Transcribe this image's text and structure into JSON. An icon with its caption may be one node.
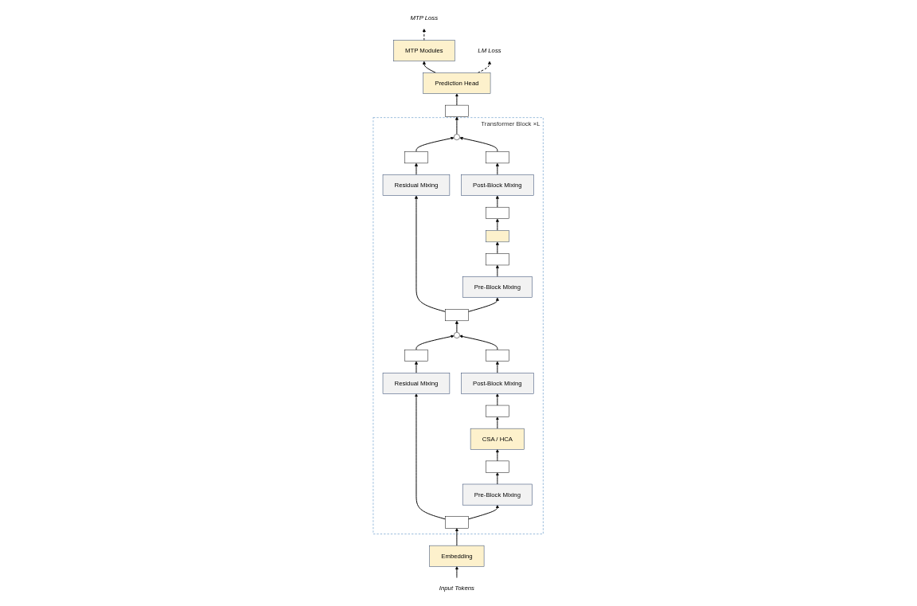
{
  "diagram": {
    "nodes": [
      {
        "text": [
          "MTP Modules"
        ]
      },
      {
        "text": [
          "MTP Loss"
        ]
      },
      {
        "text": [
          "Prediction Head"
        ]
      },
      {
        "text": [
          "LM Loss"
        ]
      },
      {
        "text": [],
        "shape": "box"
      },
      {
        "text": [
          "Transformer Block ×L"
        ]
      },
      {
        "text": [],
        "shape": "circle",
        "in": 5
      },
      {
        "text": [],
        "shape": "box",
        "in": 5
      },
      {
        "text": [
          "Post-Block Mixing"
        ],
        "in": 5
      },
      {
        "text": [],
        "shape": "box",
        "in": 5
      },
      {
        "text": [],
        "shape": "box",
        "in": 5
      },
      {
        "text": [],
        "shape": "box",
        "in": 5
      },
      {
        "text": [],
        "shape": "box",
        "in": 5
      },
      {
        "text": [
          "Residual Mixing"
        ],
        "in": 5
      },
      {
        "text": [],
        "shape": "box",
        "in": 5
      },
      {
        "text": [
          "Pre-Block Mixing"
        ],
        "in": 5
      },
      {
        "text": [],
        "shape": "circle",
        "in": 5
      },
      {
        "text": [],
        "shape": "box",
        "in": 5
      },
      {
        "text": [
          "Post-Block Mixing"
        ],
        "in": 5
      },
      {
        "text": [],
        "shape": "box",
        "in": 5
      },
      {
        "text": [
          "CSA / HCA"
        ],
        "in": 5
      },
      {
        "text": [],
        "shape": "box",
        "in": 5
      },
      {
        "text": [],
        "shape": "box",
        "in": 5
      },
      {
        "text": [
          "Residual Mixing"
        ],
        "in": 5
      },
      {
        "text": [],
        "shape": "box",
        "in": 5
      },
      {
        "text": [
          "Pre-Block Mixing"
        ],
        "in": 5
      },
      {
        "text": [
          "Embedding"
        ]
      },
      {
        "text": [
          "Input Tokens"
        ]
      }
    ],
    "edges": [
      {
        "from": 27,
        "to": 26,
        "arrow": "to"
      },
      {
        "from": 26,
        "to": 24,
        "arrow": "to"
      },
      {
        "from": 24,
        "to": 23,
        "arrow": "to"
      },
      {
        "from": 23,
        "to": 22,
        "arrow": "to"
      },
      {
        "from": 22,
        "to": 16,
        "arrow": "to"
      },
      {
        "from": 24,
        "to": 25,
        "arrow": "to"
      },
      {
        "from": 25,
        "to": 21,
        "arrow": "to"
      },
      {
        "from": 21,
        "to": 20,
        "arrow": "to"
      },
      {
        "from": 20,
        "to": 19,
        "arrow": "to"
      },
      {
        "from": 19,
        "to": 18,
        "arrow": "to"
      },
      {
        "from": 18,
        "to": 17,
        "arrow": "to"
      },
      {
        "from": 17,
        "to": 16,
        "arrow": "to"
      },
      {
        "from": 16,
        "to": 14,
        "arrow": "to"
      },
      {
        "from": 14,
        "to": 13,
        "arrow": "to"
      },
      {
        "from": 13,
        "to": 12,
        "arrow": "to"
      },
      {
        "from": 12,
        "to": 6,
        "arrow": "to"
      },
      {
        "from": 14,
        "to": 15,
        "arrow": "to"
      },
      {
        "from": 15,
        "to": 11,
        "arrow": "to"
      },
      {
        "from": 11,
        "to": 10,
        "arrow": "to"
      },
      {
        "from": 10,
        "to": 9,
        "arrow": "to"
      },
      {
        "from": 9,
        "to": 8,
        "arrow": "to"
      },
      {
        "from": 8,
        "to": 7,
        "arrow": "to"
      },
      {
        "from": 7,
        "to": 6,
        "arrow": "to"
      },
      {
        "from": 6,
        "to": 4,
        "arrow": "to"
      },
      {
        "from": 4,
        "to": 2,
        "arrow": "to"
      },
      {
        "from": 2,
        "to": 0,
        "arrow": "to"
      },
      {
        "from": 2,
        "to": 3,
        "arrow": "to",
        "style": "dashed"
      },
      {
        "from": 0,
        "to": 1,
        "arrow": "to",
        "style": "dashed"
      }
    ]
  }
}
